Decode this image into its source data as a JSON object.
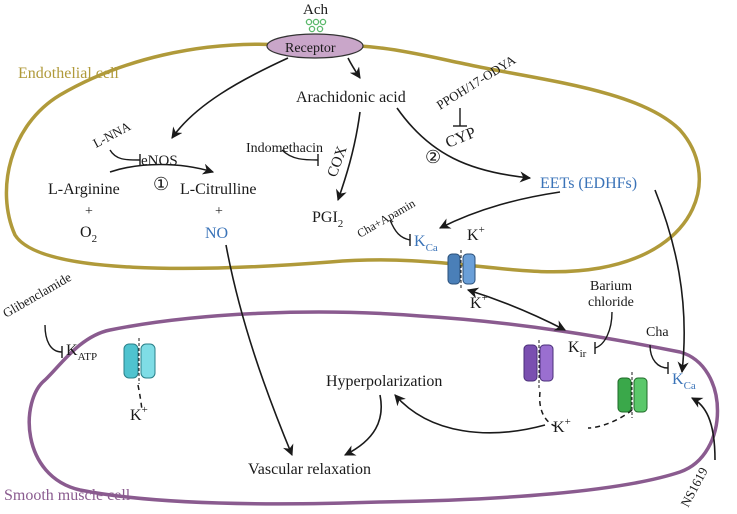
{
  "labels": {
    "ach": "Ach",
    "receptor": "Receptor",
    "endothelial_cell": "Endothelial cell",
    "smooth_muscle_cell": "Smooth muscle cell",
    "arachidonic_acid": "Arachidonic acid",
    "lnna": "L-NNA",
    "enos": "eNOS",
    "indomethacin": "Indomethacin",
    "cox": "COX",
    "ppoh": "PPOH/17-ODYA",
    "cyp": "CYP",
    "circle1": "①",
    "circle2": "②",
    "l_arginine": "L-Arginine",
    "l_citrulline": "L-Citrulline",
    "plus1": "+",
    "plus2": "+",
    "o": "O",
    "o_sub": "2",
    "no": "NO",
    "pgi": "PGI",
    "pgi_sub": "2",
    "eets": "EETs (EDHFs)",
    "cha_apamin": "Cha+Apamin",
    "k": "K",
    "k_plus": "+",
    "kca_sub": "Ca",
    "glibenclamide": "Glibenclamide",
    "katp_sub": "ATP",
    "barium": "Barium",
    "chloride": "chloride",
    "kir_sub": "ir",
    "cha": "Cha",
    "hyperpolarization": "Hyperpolarization",
    "vascular_relaxation": "Vascular relaxation",
    "ns1619": "NS1619"
  },
  "colors": {
    "endothelial": "#b09a3a",
    "smooth_muscle": "#8a5b8f",
    "blue_text": "#3a73b8",
    "channel_blue": "#4a7fb8",
    "channel_cyan": "#4fc3cf",
    "channel_purple": "#7a4fb0",
    "channel_green": "#3aa84a",
    "receptor_fill": "#c9a6c9",
    "ach_dots": "#5ab86a"
  }
}
